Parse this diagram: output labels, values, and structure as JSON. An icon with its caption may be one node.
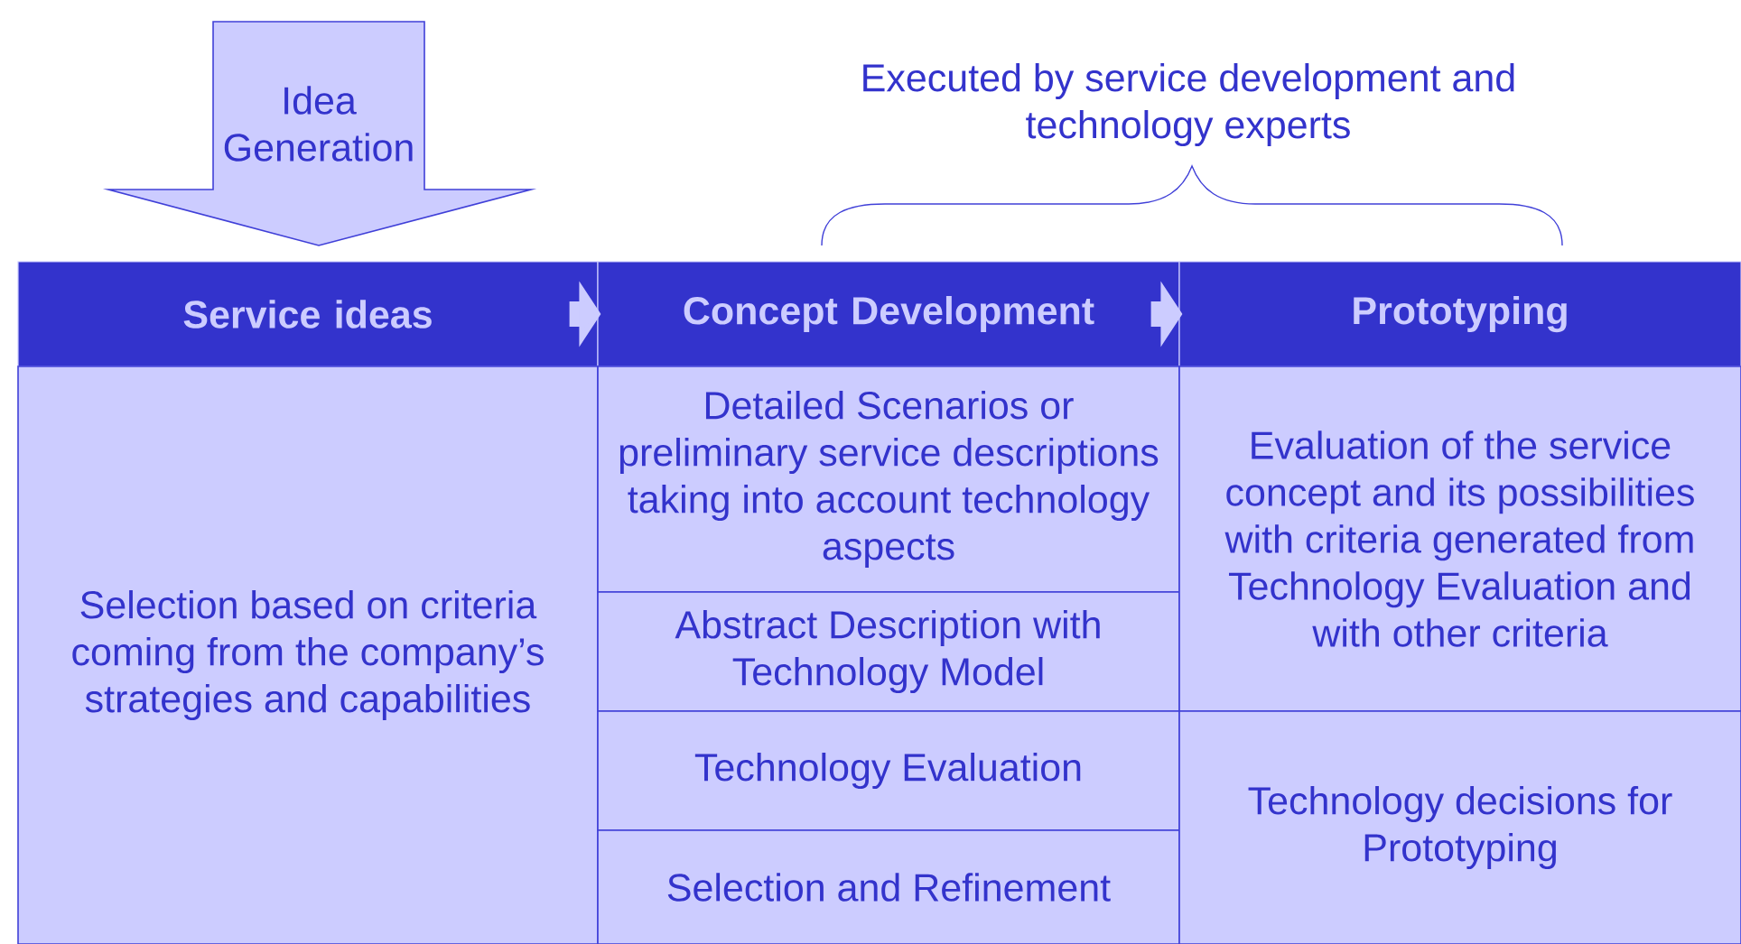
{
  "diagram": {
    "nodes": [
      {
        "text": [
          "Idea Generation"
        ]
      },
      {
        "text": [
          "Service ideas"
        ]
      },
      {
        "text": [
          "Concept Development"
        ]
      },
      {
        "text": [
          "Prototyping"
        ]
      },
      {
        "text": [
          "Selection based on criteria coming from the company’s strategies and capabilities"
        ]
      },
      {
        "text": [
          "Detailed Scenarios or preliminary service descriptions taking into account technology aspects"
        ]
      },
      {
        "text": [
          "Abstract Description with Technology Model"
        ]
      },
      {
        "text": [
          "Technology Evaluation"
        ]
      },
      {
        "text": [
          "Selection and Refinement"
        ]
      },
      {
        "text": [
          "Evaluation of the service concept and its possibilities with criteria generated from Technology Evaluation and with other criteria"
        ]
      },
      {
        "text": [
          "Technology decisions for Prototyping"
        ]
      }
    ],
    "edges": [
      {
        "from": 1,
        "to": 2,
        "arrow": "to"
      },
      {
        "from": 2,
        "to": 3,
        "arrow": "to"
      }
    ],
    "labels": [
      "Executed by service development and technology experts"
    ]
  }
}
